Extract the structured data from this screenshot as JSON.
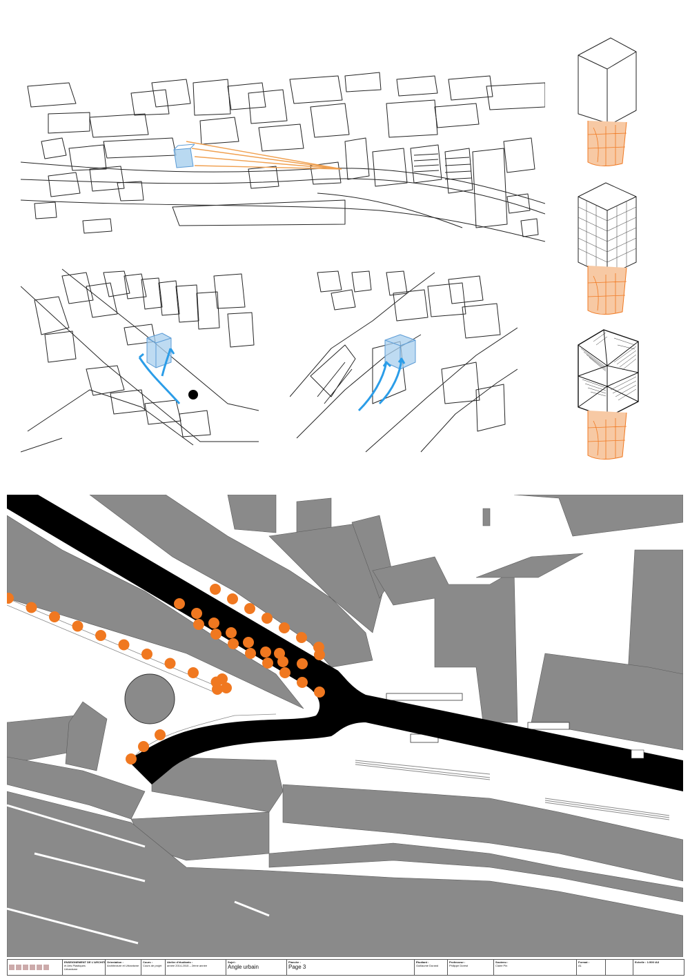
{
  "colors": {
    "building": "#8a8a8a",
    "road": "#000000",
    "tree": "#f07820",
    "volume_blue": "#a8cfee",
    "volume_blue_stroke": "#5b9bd5",
    "arrow_blue": "#2b9de8",
    "arrow_orange": "#f0a050",
    "base_orange": "#f7c9a4",
    "base_orange_stroke": "#f07820"
  },
  "icons": {
    "tower_plain": "tower-plain-icon",
    "tower_grid": "tower-grid-icon",
    "tower_faceted": "tower-faceted-icon"
  },
  "title_block": {
    "school": "ENSEIGNEMENT DE L'ARCHITECTURE",
    "school_line2": "et Arts Plastiques",
    "school_line3": "Urbanisme",
    "orientation_label": "Orientation :",
    "orientation_value": "Architecture et Urbanisme",
    "course_label": "Cours :",
    "course_value": "Cours de projet",
    "workshop_label": "Atelier d'étudiants :",
    "workshop_value": "année 2014-2015 – 2ème année",
    "subject_label": "Sujet :",
    "subject_value": "Angle urbain",
    "sheet_label": "Planche :",
    "sheet_value": "Page 3",
    "student_label": "Étudiant :",
    "student_value": "Guillaume Durand",
    "professor_label": "Professeur :",
    "professor_value": "Philippe Dorest",
    "assistant_label": "Soutenu :",
    "assistant_value": "Claire Pin",
    "format_label": "Format :",
    "format_value": "A1",
    "scale_label": "Echelle : 1:500 /A3"
  }
}
